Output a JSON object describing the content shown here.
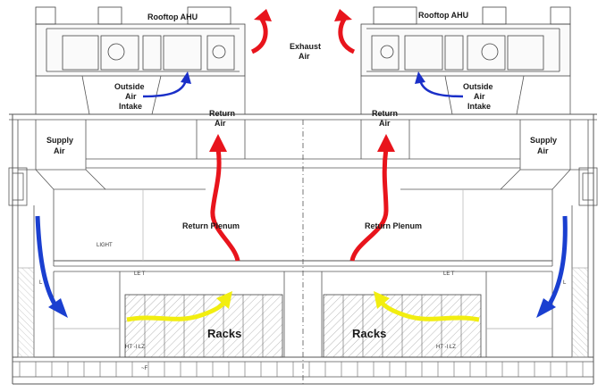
{
  "labels": {
    "rooftop_ahu_left": "Rooftop AHU",
    "rooftop_ahu_right": "Rooftop AHU",
    "exhaust_line1": "Exhaust",
    "exhaust_line2": "Air",
    "outside_left_1": "Outside",
    "outside_left_2": "Air",
    "outside_left_3": "Intake",
    "outside_right_1": "Outside",
    "outside_right_2": "Air",
    "outside_right_3": "Intake",
    "return_left_1": "Return",
    "return_left_2": "Air",
    "return_right_1": "Return",
    "return_right_2": "Air",
    "supply_left_1": "Supply",
    "supply_left_2": "Air",
    "supply_right_1": "Supply",
    "supply_right_2": "Air",
    "return_plenum_left": "Return Plenum",
    "return_plenum_right": "Return Plenum",
    "racks_left": "Racks",
    "racks_right": "Racks"
  },
  "drawing_notes": {
    "light": "LIGHT",
    "lt_left": "LE T",
    "lt_right": "LE T",
    "ht_left": "HT -I LZ",
    "ht_right": "HT -I LZ",
    "f_mark": "~F",
    "l_left": "L",
    "l_right": "L"
  },
  "colors": {
    "return_air": "#e8141c",
    "supply_air": "#1a3fd0",
    "outside_air": "#1a2fc8",
    "rack_air": "#f2ee10",
    "lines": "#444444"
  }
}
